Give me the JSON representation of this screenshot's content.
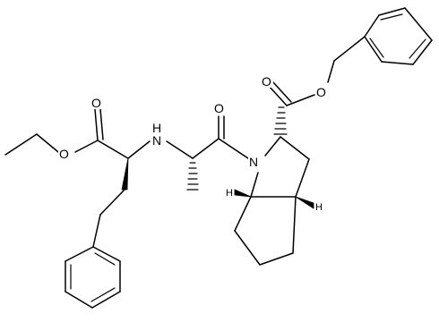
{
  "labels": {
    "ester_o_top": "O",
    "ester_o_ring": "O",
    "benzyl_o_carbonyl": "O",
    "benzyl_o_ether": "O",
    "amide_o": "O",
    "amine_nh": "H",
    "amine_n": "N",
    "ring_n": "N",
    "h_left": "H",
    "h_right": "H"
  }
}
